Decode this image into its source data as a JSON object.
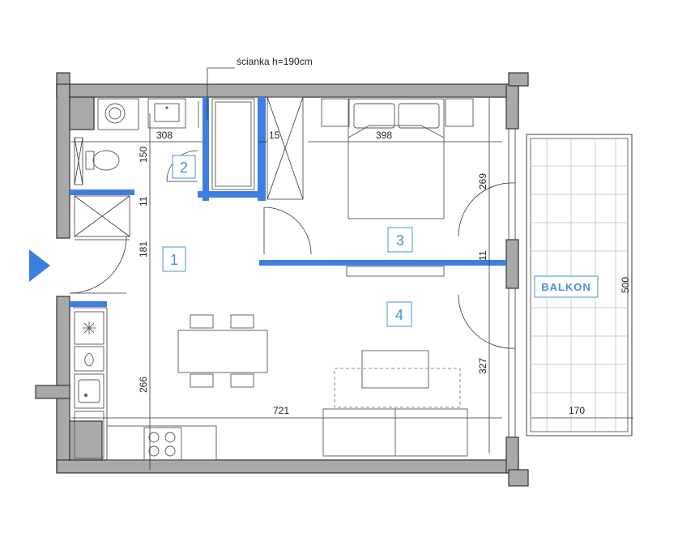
{
  "annotation": "ścianka h=190cm",
  "dimensions": {
    "d308": "308",
    "d150": "150",
    "d15": "15",
    "d398": "398",
    "d269": "269",
    "d11a": "11",
    "d181": "181",
    "d11b": "11",
    "d266": "266",
    "d327": "327",
    "d721": "721",
    "d170": "170",
    "d500": "500"
  },
  "rooms": [
    "1",
    "2",
    "3",
    "4"
  ],
  "balcony_label": "BALKON",
  "colors": {
    "accent": "#3d7fe0",
    "wall": "#a9a9a9"
  },
  "icons": [
    "entrance-arrow-icon",
    "snowflake-icon",
    "sink-icon",
    "cooktop-icon",
    "toilet-icon",
    "washing-machine-icon"
  ]
}
